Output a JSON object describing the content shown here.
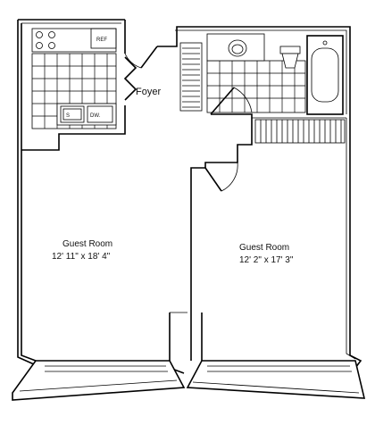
{
  "floorplan": {
    "rooms": [
      {
        "name": "Guest Room",
        "dimensions": "12' 11\" x 18' 4\""
      },
      {
        "name": "Guest Room",
        "dimensions": "12' 2\" x 17' 3\""
      }
    ],
    "foyer_label": "Foyer",
    "fixture_labels": {
      "refrigerator": "REF",
      "sink": "S",
      "dishwasher": "DW."
    }
  }
}
